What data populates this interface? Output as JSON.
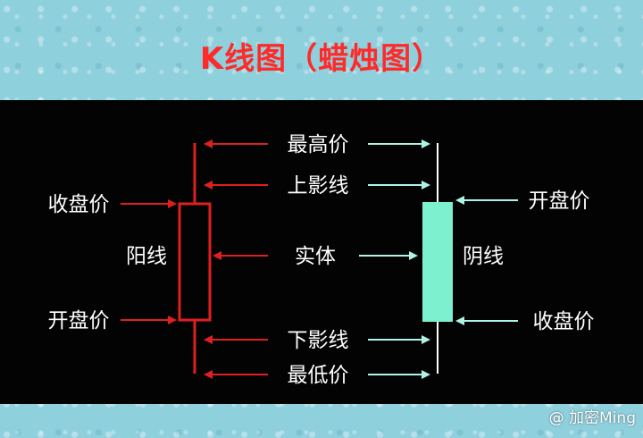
{
  "title": "K线图（蜡烛图）",
  "labels": {
    "highest": "最高价",
    "upper_shadow": "上影线",
    "body": "实体",
    "lower_shadow": "下影线",
    "lowest": "最低价",
    "left_close": "收盘价",
    "left_open": "开盘价",
    "right_open": "开盘价",
    "right_close": "收盘价",
    "yang_line": "阳线",
    "yin_line": "阴线"
  },
  "watermark": "@ 加密Ming",
  "colors": {
    "red": "#e01f1f",
    "cyan": "#7df0cf",
    "light_cyan": "#aef3e6",
    "white": "#ffffff",
    "panel": "#030303",
    "title": "#ff2a2a"
  }
}
